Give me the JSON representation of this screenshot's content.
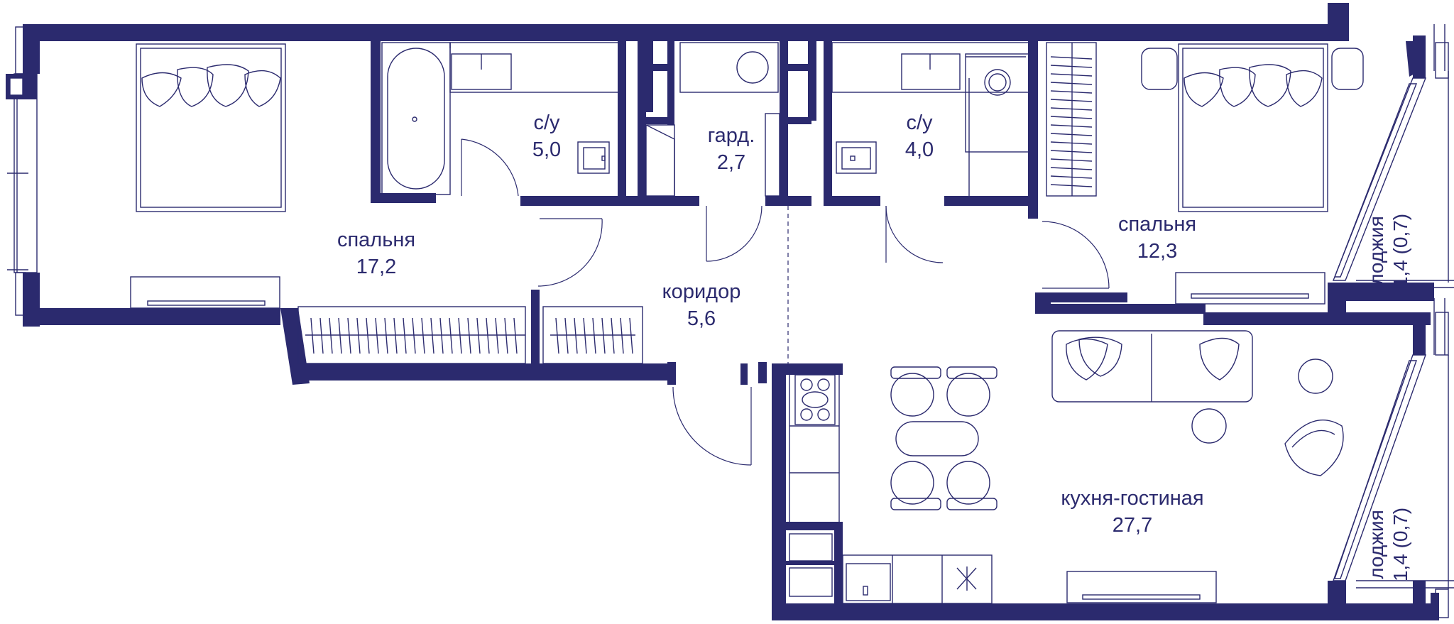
{
  "plan": {
    "accent_color": "#2b2a6e",
    "rooms": [
      {
        "id": "bedroom-left",
        "name": "спальня",
        "area": "17,2"
      },
      {
        "id": "bathroom-1",
        "name": "с/у",
        "area": "5,0"
      },
      {
        "id": "wardrobe",
        "name": "гард.",
        "area": "2,7"
      },
      {
        "id": "bathroom-2",
        "name": "с/у",
        "area": "4,0"
      },
      {
        "id": "bedroom-right",
        "name": "спальня",
        "area": "12,3"
      },
      {
        "id": "corridor",
        "name": "коридор",
        "area": "5,6"
      },
      {
        "id": "kitchen-living",
        "name": "кухня-гостиная",
        "area": "27,7"
      },
      {
        "id": "loggia-top",
        "name": "лоджия",
        "area": "1,4 (0,7)"
      },
      {
        "id": "loggia-bottom",
        "name": "лоджия",
        "area": "1,4 (0,7)"
      }
    ]
  }
}
